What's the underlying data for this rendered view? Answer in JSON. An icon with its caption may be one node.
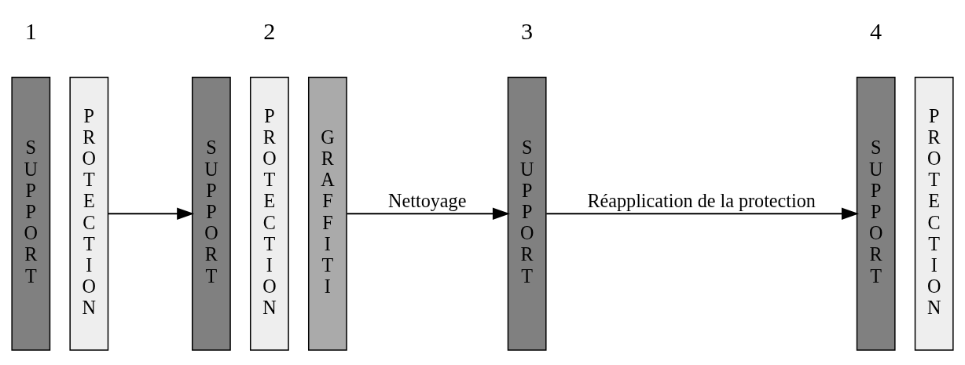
{
  "diagram": {
    "nodes": [
      {
        "text": [
          "SUPPORT"
        ]
      },
      {
        "text": [
          "PROTECTION"
        ]
      },
      {
        "text": [
          "SUPPORT"
        ]
      },
      {
        "text": [
          "PROTECTION"
        ]
      },
      {
        "text": [
          "GRAFFITI"
        ]
      },
      {
        "text": [
          "SUPPORT"
        ]
      },
      {
        "text": [
          "SUPPORT"
        ]
      },
      {
        "text": [
          "PROTECTION"
        ]
      }
    ],
    "edges": [
      {
        "from": 1,
        "to": 2,
        "arrow": "to"
      },
      {
        "from": 4,
        "to": 5,
        "arrow": "to",
        "label": "Nettoyage"
      },
      {
        "from": 5,
        "to": 6,
        "arrow": "to",
        "label": "Réapplication de la protection"
      }
    ],
    "labels": [
      "1",
      "2",
      "3",
      "4"
    ]
  }
}
